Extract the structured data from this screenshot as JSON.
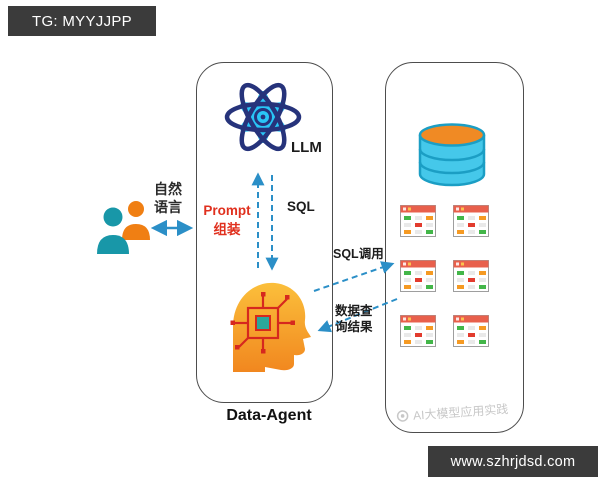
{
  "overlays": {
    "top_badge": "TG: MYYJJPP",
    "bottom_badge": "www.szhrjdsd.com",
    "watermark": "AI大模型应用实践"
  },
  "diagram": {
    "user_side": {
      "natural_language_line1": "自然",
      "natural_language_line2": "语言"
    },
    "agent_panel": {
      "llm_label": "LLM",
      "prompt_line1": "Prompt",
      "prompt_line2": "组装",
      "sql_label": "SQL",
      "title": "Data-Agent"
    },
    "flows": {
      "sql_call": "SQL调用",
      "query_result_line1": "数据查",
      "query_result_line2": "询结果"
    }
  },
  "colors": {
    "badge_bg": "#3b3b3b",
    "panel_border": "#4d4d4d",
    "arrow_blue": "#2b8fc7",
    "prompt_red": "#e0301e",
    "atom_cyan": "#29c5f6",
    "atom_navy": "#26337b",
    "head_orange_top": "#fbbf3b",
    "head_orange_bottom": "#f1871f",
    "circuit_red": "#d6281e",
    "chip_teal": "#2aa79b",
    "person_teal": "#1897a8",
    "person_orange": "#f07f13",
    "db_cyan": "#45c8ea",
    "db_top_orange": "#f08a24",
    "table_header": "#e8604c",
    "watermark_gray": "#c8c8c8"
  },
  "icons": [
    "user-pair-icon",
    "atom-icon",
    "agent-head-icon",
    "database-icon",
    "table-icon",
    "watermark-logo-icon"
  ]
}
